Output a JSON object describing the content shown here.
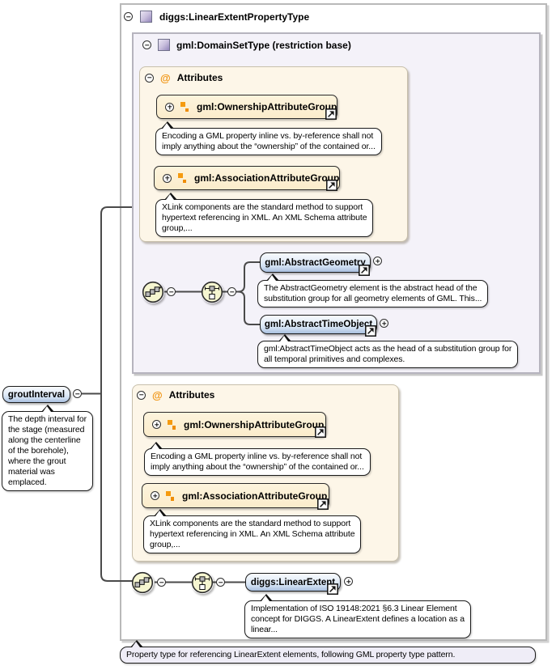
{
  "root": {
    "title": "diggs:LinearExtentPropertyType",
    "doc": "Property type for referencing LinearExtent elements, following GML property type pattern."
  },
  "base": {
    "title": "gml:DomainSetType (restriction base)"
  },
  "attributes_section": {
    "title": "Attributes",
    "at_symbol": "@"
  },
  "attribute_groups": {
    "ownership": {
      "label": "gml:OwnershipAttributeGroup",
      "doc": "Encoding a GML property inline vs. by-reference shall not\nimply anything about the “ownership” of the contained or..."
    },
    "association": {
      "label": "gml:AssociationAttributeGroup",
      "doc": "XLink components are the standard method to support\nhypertext referencing in XML. An XML Schema attribute\ngroup,..."
    }
  },
  "domain_elements": {
    "abstract_geometry": {
      "label": "gml:AbstractGeometry",
      "doc": "The AbstractGeometry element is the abstract head of the\nsubstitution group for all geometry elements of GML. This..."
    },
    "abstract_time_object": {
      "label": "gml:AbstractTimeObject",
      "doc": "gml:AbstractTimeObject acts as the head of a substitution group for\nall temporal primitives and complexes."
    }
  },
  "grout_interval": {
    "label": "groutInterval",
    "doc": "The depth interval for\nthe stage (measured\nalong the centerline\nof the borehole),\nwhere the grout\nmaterial was\nemplaced."
  },
  "linear_extent": {
    "label": "diggs:LinearExtent",
    "doc": "Implementation of ISO 19148:2021 §6.3 Linear Element\nconcept for DIGGS. A LinearExtent defines a location as a\nlinear..."
  },
  "palette": {
    "element_box_fill": "#cfdff2",
    "attribute_group_fill": "#fdf3da",
    "attributes_container_fill": "#fdf6e8",
    "restriction_base_fill": "#f4f2f9",
    "compositor_fill": "#f6f6d0",
    "annotation_fill": "#ffffff",
    "footer_annotation_fill": "#efedf7",
    "accent_orange": "#f0930f",
    "accent_purple": "#9486bb"
  }
}
